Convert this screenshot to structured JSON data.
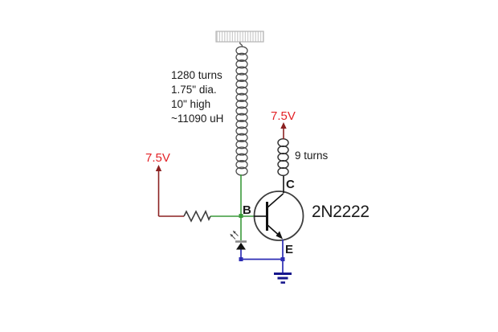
{
  "schematic": {
    "supply_left_label": "7.5V",
    "supply_right_label": "7.5V",
    "secondary_specs": [
      "1280 turns",
      "1.75\" dia.",
      "10\" high",
      "~11090 uH"
    ],
    "primary_label": "9 turns",
    "transistor_part": "2N2222",
    "terminal_b": "B",
    "terminal_c": "C",
    "terminal_e": "E"
  },
  "colors": {
    "supply_text": "#e32227",
    "supply_wire": "#8b2121",
    "base_wire": "#3a9a3a",
    "emitter_wire": "#2d2db4",
    "ground": "#16168c",
    "schematic_ink": "#3d3d3d"
  }
}
